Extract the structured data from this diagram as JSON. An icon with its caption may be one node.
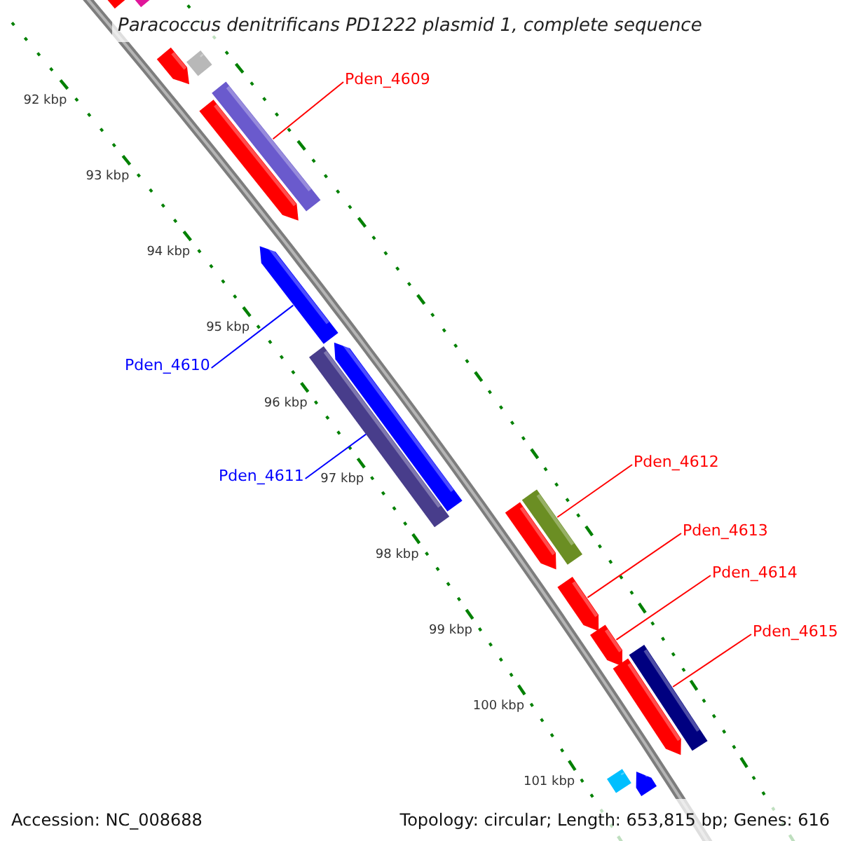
{
  "diagram": {
    "title": "Paracoccus denitrificans PD1222 plasmid 1, complete sequence",
    "nodes": [
      {
        "text": [],
        "shape": "bar"
      },
      {
        "text": [],
        "shape": "bar"
      },
      {
        "text": [],
        "shape": "pentagon"
      },
      {
        "text": [],
        "shape": "bar"
      },
      {
        "text": [],
        "shape": "bar"
      },
      {
        "text": [],
        "shape": "pentagon"
      },
      {
        "text": [],
        "shape": "pentagon"
      },
      {
        "text": [],
        "shape": "bar"
      },
      {
        "text": [],
        "shape": "pentagon"
      },
      {
        "text": [],
        "shape": "bar"
      },
      {
        "text": [],
        "shape": "pentagon"
      },
      {
        "text": [],
        "shape": "pentagon"
      },
      {
        "text": [],
        "shape": "pentagon"
      },
      {
        "text": [],
        "shape": "bar"
      },
      {
        "text": [],
        "shape": "pentagon"
      },
      {
        "text": [],
        "shape": "bar"
      },
      {
        "text": [],
        "shape": "pentagon"
      },
      {
        "text": [
          "Pden_4609"
        ]
      },
      {
        "text": [
          "Pden_4610"
        ]
      },
      {
        "text": [
          "Pden_4611"
        ]
      },
      {
        "text": [
          "Pden_4612"
        ]
      },
      {
        "text": [
          "Pden_4613"
        ]
      },
      {
        "text": [
          "Pden_4614"
        ]
      },
      {
        "text": [
          "Pden_4615"
        ]
      }
    ],
    "edges": [
      {
        "from": 17,
        "to": 4,
        "arrow": "none"
      },
      {
        "from": 18,
        "to": 6,
        "arrow": "none",
        "color": "#0000ff"
      },
      {
        "from": 19,
        "to": 7,
        "arrow": "none",
        "color": "#0000ff"
      },
      {
        "from": 20,
        "to": 9,
        "arrow": "none"
      },
      {
        "from": 21,
        "to": 11,
        "arrow": "none"
      },
      {
        "from": 22,
        "to": 12,
        "arrow": "none"
      },
      {
        "from": 23,
        "to": 13,
        "arrow": "none"
      }
    ],
    "labels": [
      "92 kbp",
      "93 kbp",
      "94 kbp",
      "95 kbp",
      "96 kbp",
      "97 kbp",
      "98 kbp",
      "99 kbp",
      "100 kbp",
      "101 kbp",
      "Accession: NC_008688",
      "Topology: circular; Length: 653,815 bp; Genes: 616"
    ]
  }
}
